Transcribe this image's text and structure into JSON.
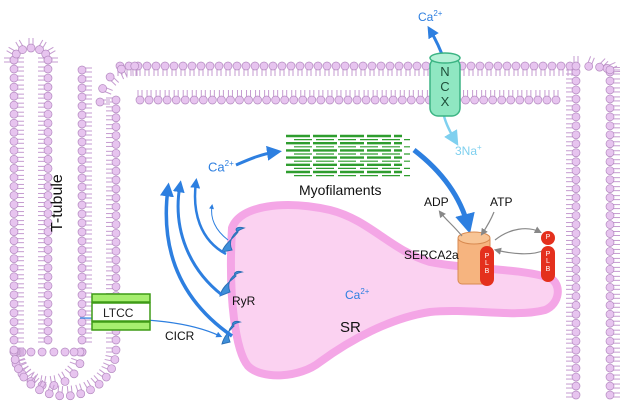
{
  "labels": {
    "t_tubule": "T-tubule",
    "ltcc": "LTCC",
    "cicr": "CICR",
    "ryr": "RyR",
    "myofilaments": "Myofilaments",
    "sr": "SR",
    "serca": "SERCA2a",
    "adp": "ADP",
    "atp": "ATP",
    "ncx_letters": [
      "N",
      "C",
      "X"
    ],
    "na_text": "3Na",
    "na_charge": "+",
    "ca_text": "Ca",
    "ca_charge": "2+",
    "plb_letters": [
      "P",
      "L",
      "B"
    ],
    "p_letter": "P"
  },
  "colors": {
    "membrane_head": "#e7c4ef",
    "membrane_head_stroke": "#b48ac0",
    "membrane_tail": "#c59bd0",
    "sr_fill": "#fbd2f1",
    "sr_stroke": "#f2a2e4",
    "ryr": "#3f8fd9",
    "arrow_blue": "#2d7fe0",
    "ncx_fill": "#8fe7c2",
    "ncx_stroke": "#3bb483",
    "ltcc_fill": "#a6ee6f",
    "ltcc_stroke": "#3f9b17",
    "myofilament": "#2e9d2e",
    "serca_fill": "#f6b47f",
    "plb_red": "#e4301d",
    "na_color": "#7fd0ef",
    "grey_arrow": "#888888"
  }
}
